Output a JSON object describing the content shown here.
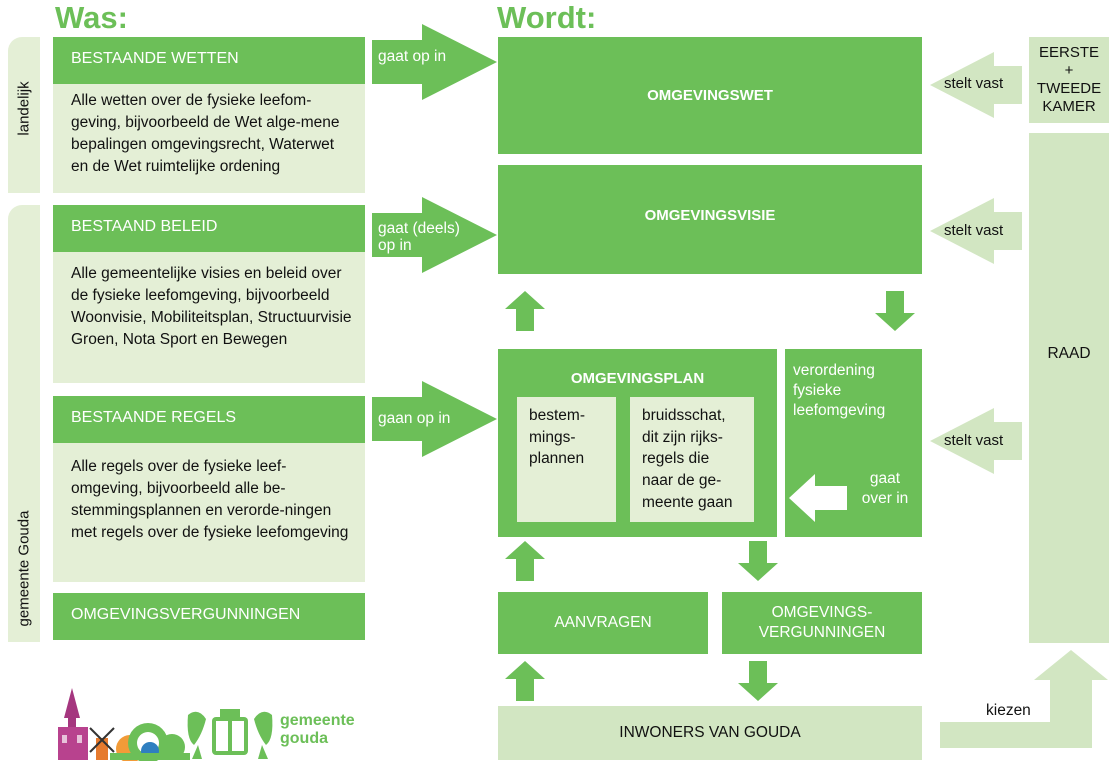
{
  "headings": {
    "was": "Was:",
    "wordt": "Wordt:"
  },
  "side_labels": {
    "national": "landelijk",
    "municipal": "gemeente Gouda"
  },
  "was_blocks": [
    {
      "title": "BESTAANDE WETTEN",
      "body": "Alle wetten over de fysieke leefom-geving, bijvoorbeeld de Wet alge-mene bepalingen omgevingsrecht, Waterwet en de Wet ruimtelijke ordening"
    },
    {
      "title": "BESTAAND BELEID",
      "body": "Alle gemeentelijke visies en beleid over de fysieke leefomgeving, bijvoorbeeld Woonvisie, Mobiliteitsplan, Structuurvisie Groen, Nota Sport en Bewegen"
    },
    {
      "title": "BESTAANDE REGELS",
      "body": "Alle regels over de fysieke leef-omgeving, bijvoorbeeld alle be-stemmingsplannen en verorde-ningen met regels over de fysieke leefomgeving"
    },
    {
      "title": "OMGEVINGSVERGUNNINGEN",
      "body": ""
    }
  ],
  "transitions": [
    "gaat op in",
    "gaat (deels) op in",
    "gaan op in"
  ],
  "wordt": {
    "omgevingswet": "OMGEVINGSWET",
    "omgevingsvisie": "OMGEVINGSVISIE",
    "omgevingsplan": "OMGEVINGSPLAN",
    "bestemmingsplannen": "bestem-mings-plannen",
    "bruidsschat": "bruidsschat, dit zijn rijks-regels die naar de ge-meente gaan",
    "verordening": "verordening fysieke leefomgeving",
    "gaat_over_in": "gaat over in",
    "aanvragen": "AANVRAGEN",
    "omgevingsvergunningen": "OMGEVINGS-VERGUNNINGEN",
    "inwoners": "INWONERS VAN GOUDA"
  },
  "authorities": {
    "kamer": "EERSTE + TWEEDE KAMER",
    "raad": "RAAD",
    "stelt_vast": "stelt vast",
    "kiezen": "kiezen"
  },
  "logo": {
    "text": "gemeente gouda"
  },
  "colors": {
    "green": "#6cbf58",
    "light_green": "#e4efd6",
    "mid_green": "#d2e6c2"
  }
}
